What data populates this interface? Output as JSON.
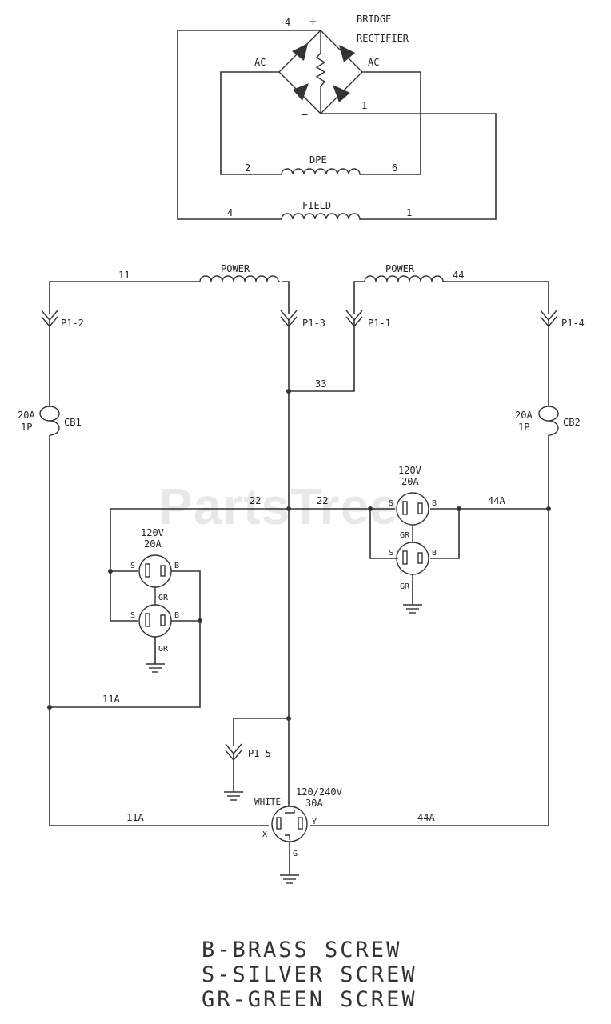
{
  "labels": {
    "bridge_rectifier": [
      "BRIDGE",
      "RECTIFIER"
    ],
    "plus": "+",
    "minus": "−",
    "ac": "AC",
    "dpe": "DPE",
    "field": "FIELD",
    "power": "POWER",
    "wire_numbers": {
      "w4": "4",
      "w1": "1",
      "w2": "2",
      "w6": "6",
      "w11": "11",
      "w44": "44",
      "w33": "33",
      "w22": "22",
      "w11a": "11A",
      "w44a": "44A"
    },
    "pins": {
      "p1_1": "P1-1",
      "p1_2": "P1-2",
      "p1_3": "P1-3",
      "p1_4": "P1-4",
      "p1_5": "P1-5"
    },
    "breakers": {
      "rating": "20A",
      "pole": "1P",
      "cb1": "CB1",
      "cb2": "CB2"
    },
    "receptacle_120": {
      "volts": "120V",
      "amps": "20A"
    },
    "receptacle_240": {
      "volts": "120/240V",
      "amps": "30A",
      "white": "WHITE"
    },
    "terminals": {
      "s": "S",
      "b": "B",
      "gr": "GR",
      "x": "X",
      "y": "Y",
      "g": "G"
    }
  },
  "legend": [
    "B-BRASS SCREW",
    "S-SILVER SCREW",
    "GR-GREEN SCREW"
  ],
  "watermark": {
    "text": "PartsTree",
    "tm": "™"
  }
}
